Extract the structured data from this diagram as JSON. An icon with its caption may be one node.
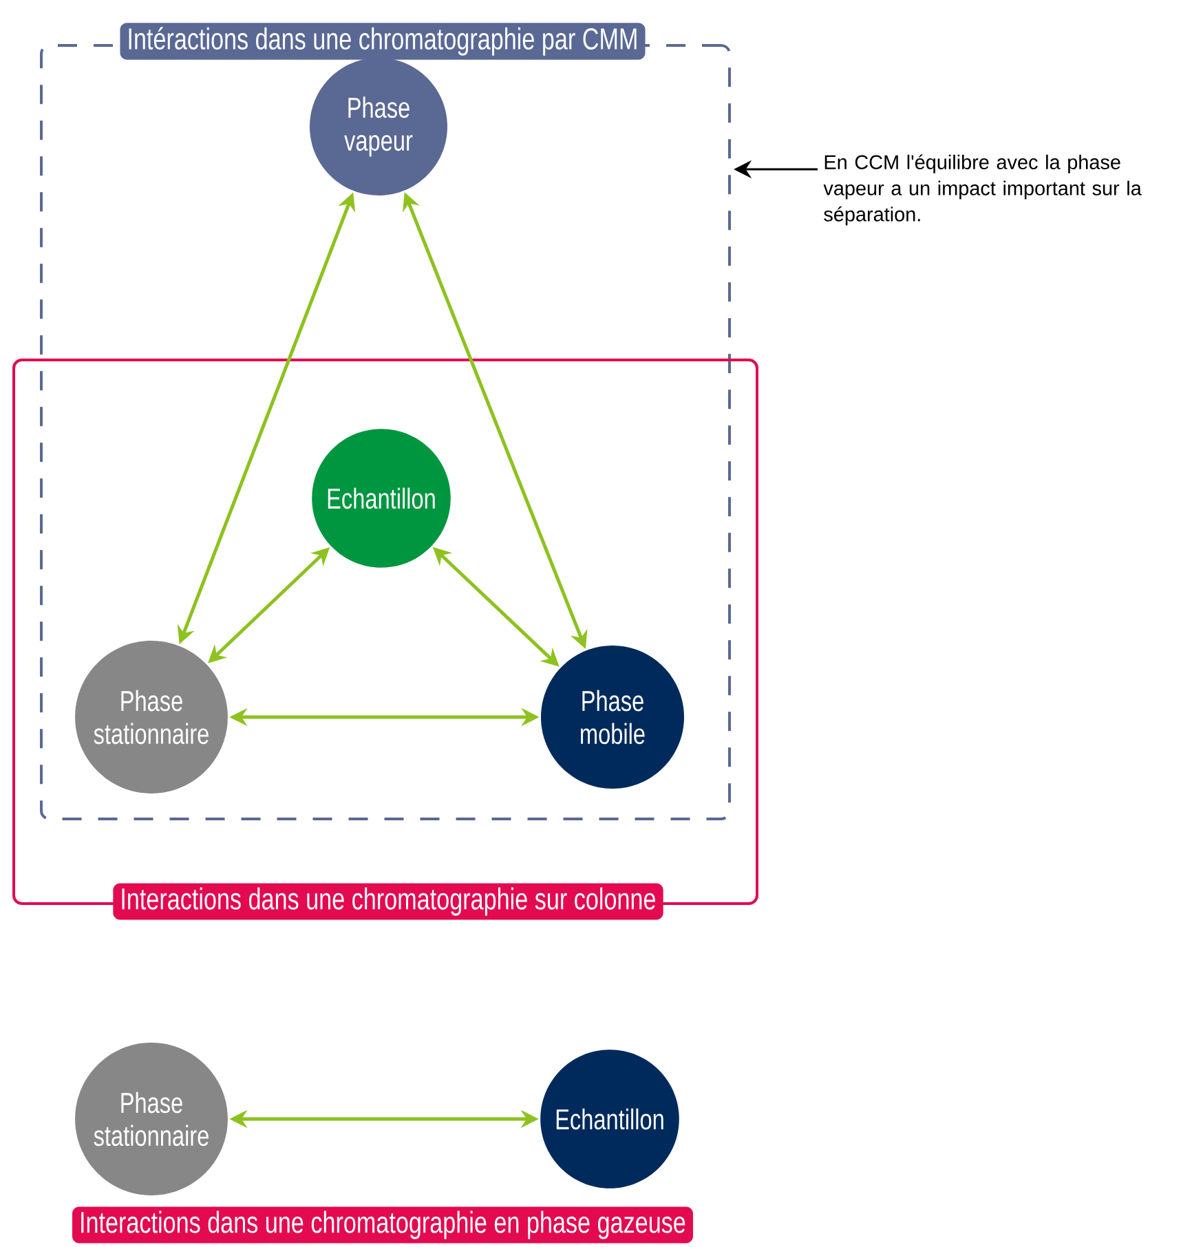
{
  "diagram": {
    "nodes": [
      {
        "text": [
          "Intéractions dans une chromatographie par CMM"
        ]
      },
      {
        "text": [
          "Interactions dans une chromatographie sur colonne"
        ]
      },
      {
        "text": [
          "Phase vapeur"
        ],
        "in": 0
      },
      {
        "text": [
          "Echantillon"
        ],
        "in": 0
      },
      {
        "text": [
          "Phase stationnaire"
        ],
        "in": 0
      },
      {
        "text": [
          "Phase mobile"
        ],
        "in": 0
      },
      {
        "text": [
          "Phase stationnaire"
        ]
      },
      {
        "text": [
          "Echantillon"
        ]
      },
      {
        "text": [
          "En CCM l'équilibre avec la phase vapeur a un impact important sur la séparation."
        ]
      },
      {
        "text": [
          "Interactions dans une chromatographie en phase gazeuse"
        ]
      }
    ],
    "edges": [
      {
        "from": 2,
        "to": 4,
        "arrow": "both"
      },
      {
        "from": 2,
        "to": 5,
        "arrow": "both"
      },
      {
        "from": 3,
        "to": 4,
        "arrow": "both"
      },
      {
        "from": 3,
        "to": 5,
        "arrow": "both"
      },
      {
        "from": 4,
        "to": 5,
        "arrow": "both"
      },
      {
        "from": 6,
        "to": 7,
        "arrow": "both"
      },
      {
        "from": 8,
        "to": 0,
        "arrow": "to",
        "color": "#000000"
      }
    ]
  }
}
